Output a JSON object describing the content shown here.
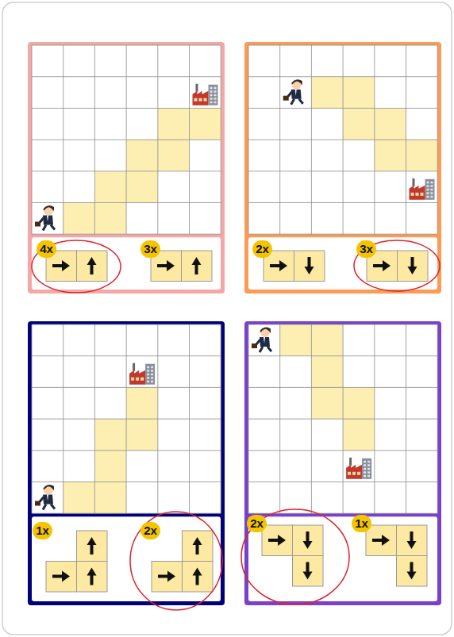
{
  "diagram": {
    "nodes": [
      {
        "text": [
          "4x"
        ]
      },
      {
        "text": [
          "3x"
        ]
      },
      {
        "text": [
          "2x"
        ]
      },
      {
        "text": [
          "3x"
        ]
      },
      {
        "text": [
          "1x"
        ]
      },
      {
        "text": [
          "2x"
        ]
      },
      {
        "text": [
          "2x"
        ]
      },
      {
        "text": [
          "1x"
        ]
      }
    ]
  }
}
